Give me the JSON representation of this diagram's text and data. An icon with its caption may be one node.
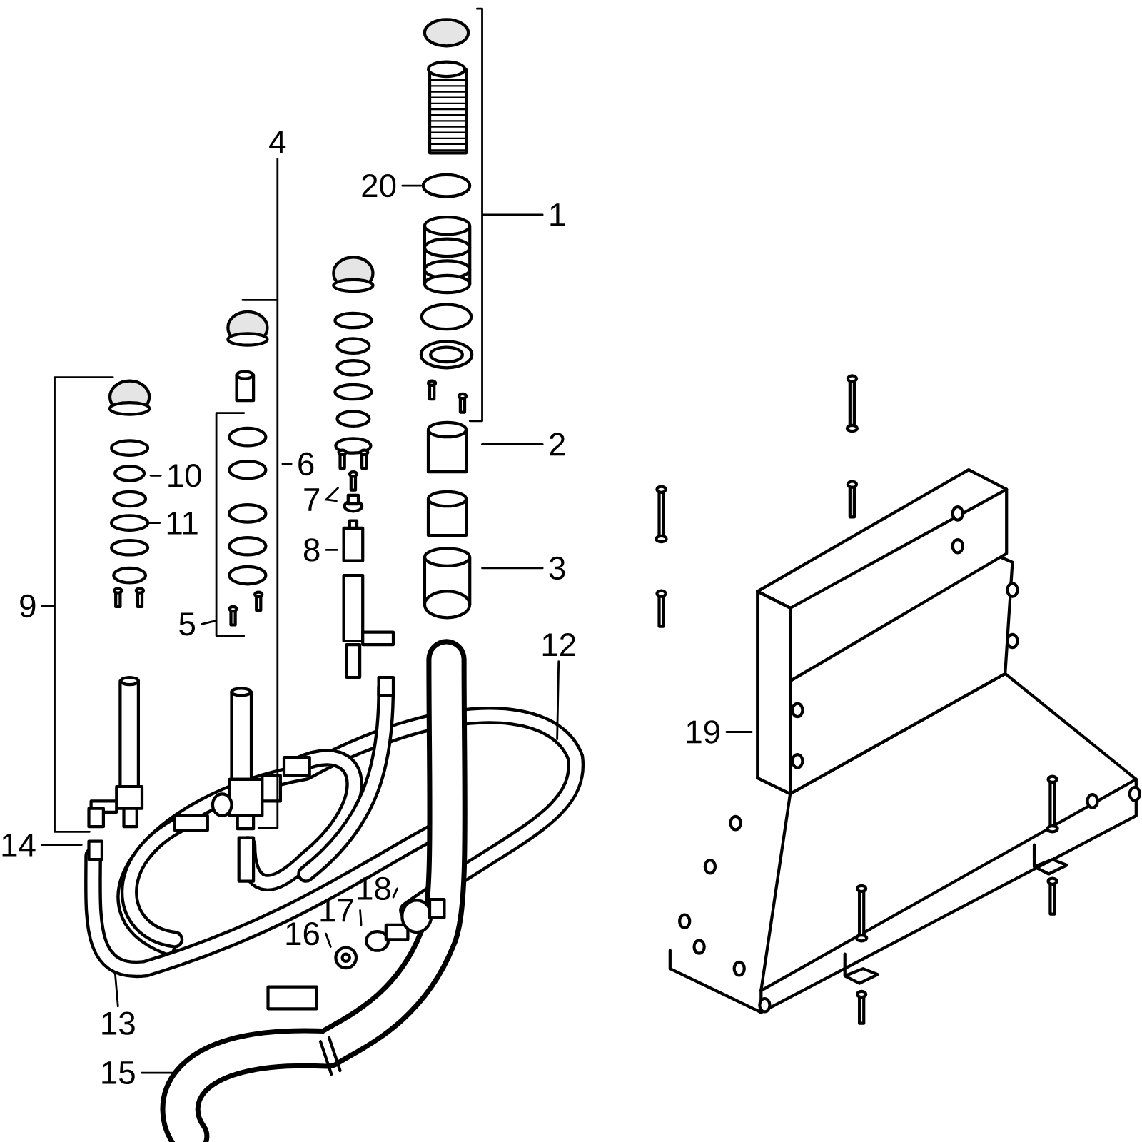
{
  "diagram": {
    "nodes": [
      {
        "text": [
          "1"
        ]
      },
      {
        "text": [
          "2"
        ]
      },
      {
        "text": [
          "3"
        ]
      },
      {
        "text": [
          "4"
        ]
      },
      {
        "text": [
          "5"
        ]
      },
      {
        "text": [
          "6"
        ]
      },
      {
        "text": [
          "7"
        ]
      },
      {
        "text": [
          "8"
        ]
      },
      {
        "text": [
          "9"
        ]
      },
      {
        "text": [
          "10"
        ]
      },
      {
        "text": [
          "11"
        ]
      },
      {
        "text": [
          "12"
        ]
      },
      {
        "text": [
          "13"
        ]
      },
      {
        "text": [
          "14"
        ]
      },
      {
        "text": [
          "15"
        ]
      },
      {
        "text": [
          "16"
        ]
      },
      {
        "text": [
          "17"
        ]
      },
      {
        "text": [
          "18"
        ]
      },
      {
        "text": [
          "19"
        ]
      },
      {
        "text": [
          "20"
        ]
      }
    ],
    "edges": [
      {
        "from": 0,
        "to": null,
        "arrow": "none"
      },
      {
        "from": 1,
        "to": null,
        "arrow": "none"
      },
      {
        "from": 2,
        "to": null,
        "arrow": "none"
      },
      {
        "from": 3,
        "to": null,
        "arrow": "none"
      },
      {
        "from": 4,
        "to": null,
        "arrow": "none"
      },
      {
        "from": 5,
        "to": null,
        "arrow": "none"
      },
      {
        "from": 6,
        "to": null,
        "arrow": "none"
      },
      {
        "from": 6,
        "to": null,
        "arrow": "none"
      },
      {
        "from": 7,
        "to": null,
        "arrow": "none"
      },
      {
        "from": 8,
        "to": null,
        "arrow": "none"
      },
      {
        "from": 9,
        "to": null,
        "arrow": "none"
      },
      {
        "from": 10,
        "to": null,
        "arrow": "none"
      },
      {
        "from": 11,
        "to": null,
        "arrow": "none"
      },
      {
        "from": 12,
        "to": null,
        "arrow": "none"
      },
      {
        "from": 13,
        "to": null,
        "arrow": "none"
      },
      {
        "from": 14,
        "to": null,
        "arrow": "none"
      },
      {
        "from": 15,
        "to": null,
        "arrow": "none"
      },
      {
        "from": 16,
        "to": null,
        "arrow": "none"
      },
      {
        "from": 17,
        "to": null,
        "arrow": "none"
      },
      {
        "from": 18,
        "to": null,
        "arrow": "none"
      },
      {
        "from": 19,
        "to": null,
        "arrow": "none"
      }
    ]
  }
}
